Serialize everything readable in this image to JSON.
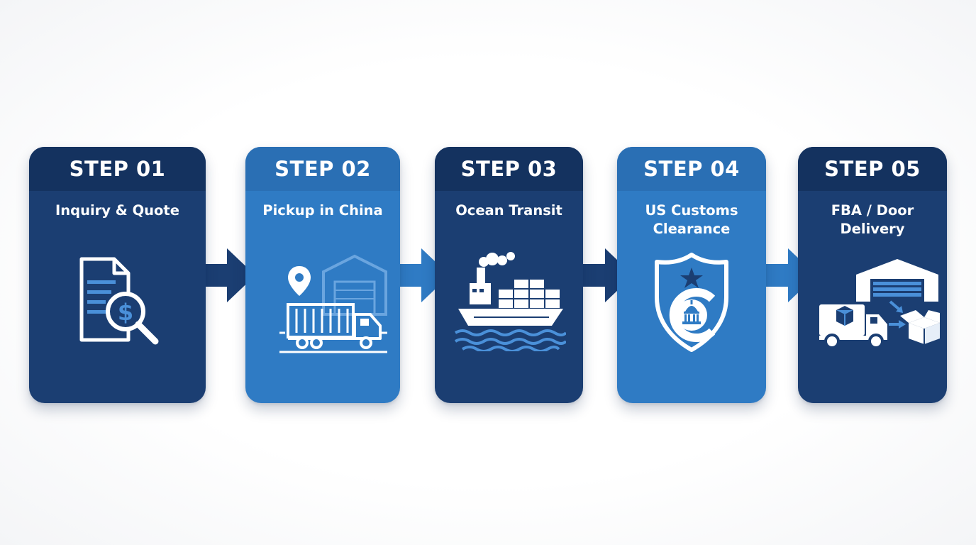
{
  "colors": {
    "dark_card": "#1b3e72",
    "dark_header": "#14325f",
    "light_card": "#2f7bc4",
    "light_header": "#2a6fb4",
    "arrow_dark": "#1b3e72",
    "arrow_light": "#2f7bc4"
  },
  "steps": [
    {
      "label": "STEP 01",
      "title": "Inquiry & Quote",
      "icon": "document-dollar-magnifier-icon"
    },
    {
      "label": "STEP 02",
      "title": "Pickup in China",
      "icon": "truck-warehouse-location-icon"
    },
    {
      "label": "STEP 03",
      "title": "Ocean Transit",
      "icon": "cargo-ship-icon"
    },
    {
      "label": "STEP 04",
      "title": "US Customs\nClearance",
      "icon": "customs-badge-capitol-icon"
    },
    {
      "label": "STEP 05",
      "title": "FBA / Door\nDelivery",
      "icon": "warehouse-truck-box-icon"
    }
  ]
}
